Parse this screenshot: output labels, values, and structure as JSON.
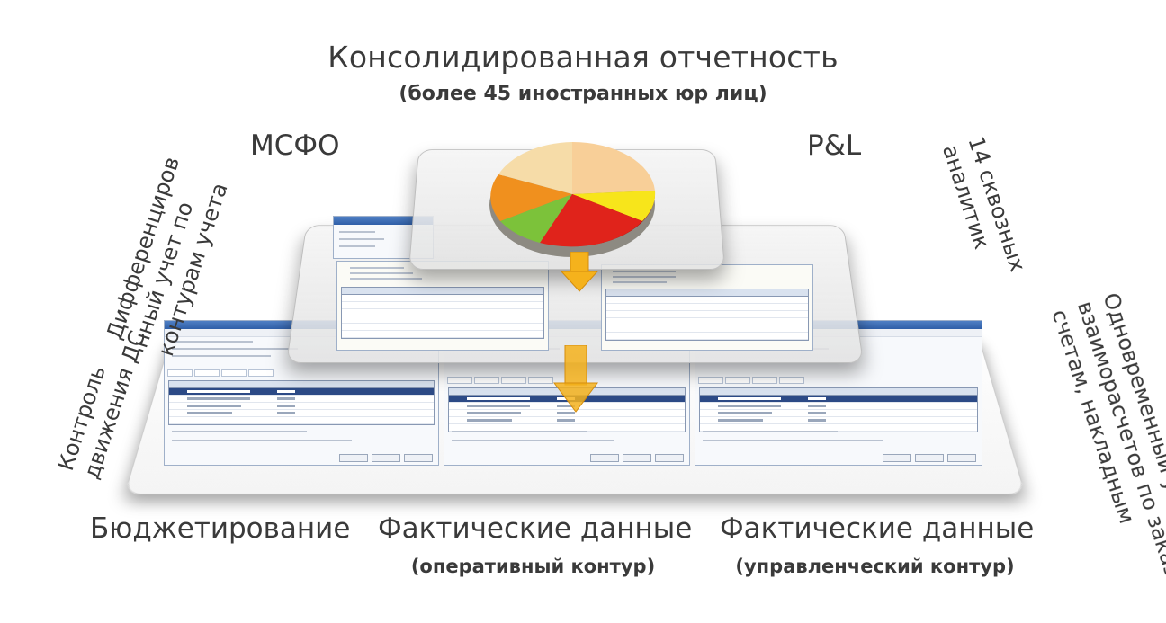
{
  "title": "Консолидированная отчетность",
  "subtitle": "(более 45 иностранных юр лиц)",
  "top_left_label": "МСФО",
  "top_right_label": "P&L",
  "left_rotated_1": [
    "Дифференциров",
    "нный учет по",
    "контурам учета"
  ],
  "left_rotated_2": [
    "Контроль",
    "движения ДС"
  ],
  "right_rotated_1": [
    "14 сквозных",
    "аналитик"
  ],
  "right_rotated_2": [
    "Одновременный учет",
    "взаиморасчетов по заказам,",
    "счетам, накладным"
  ],
  "bottom": {
    "left": "Бюджетирование",
    "center": "Фактические данные",
    "center_sub": "(оперативный контур)",
    "right": "Фактические данные",
    "right_sub": "(управленческий контур)"
  },
  "colors": {
    "text": "#3a3a3a",
    "arrow": "#f5b21c",
    "pie_red": "#e0231b",
    "pie_yellow": "#f7e51b",
    "pie_green": "#7cc23a",
    "pie_orange": "#f0901e",
    "pie_peach": "#f8cf98"
  },
  "icons": [
    "pie-chart-icon",
    "down-arrow-icon"
  ]
}
